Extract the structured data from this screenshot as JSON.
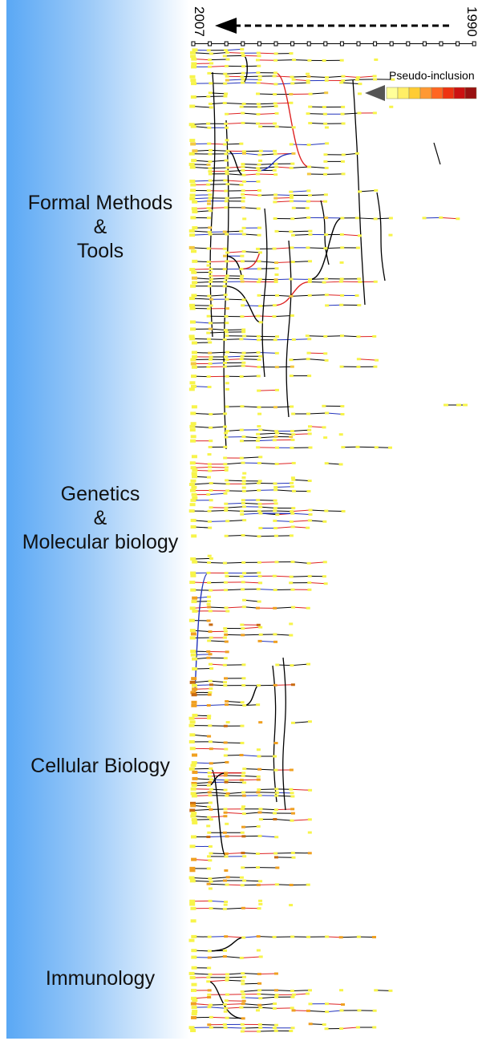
{
  "sections": [
    {
      "lines": [
        "Formal Methods",
        "&",
        "Tools"
      ]
    },
    {
      "lines": [
        "Genetics",
        "&",
        "Molecular biology"
      ]
    },
    {
      "lines": [
        "Cellular Biology"
      ]
    },
    {
      "lines": [
        "Immunology"
      ]
    }
  ],
  "timeline": {
    "start_year": "2007",
    "end_year": "1990"
  },
  "legend": {
    "title": "Pseudo-inclusion",
    "scale_colors": [
      "#ffff99",
      "#ffee66",
      "#ffcc33",
      "#ff9933",
      "#ff6622",
      "#ee3311",
      "#cc1111",
      "#991111"
    ]
  },
  "colors": {
    "edge_black": "#000000",
    "edge_red": "#dd2222",
    "edge_blue": "#2233bb",
    "node_yellow": "#f7f44a",
    "node_orange": "#f0a020",
    "node_dark_orange": "#c86a10"
  }
}
